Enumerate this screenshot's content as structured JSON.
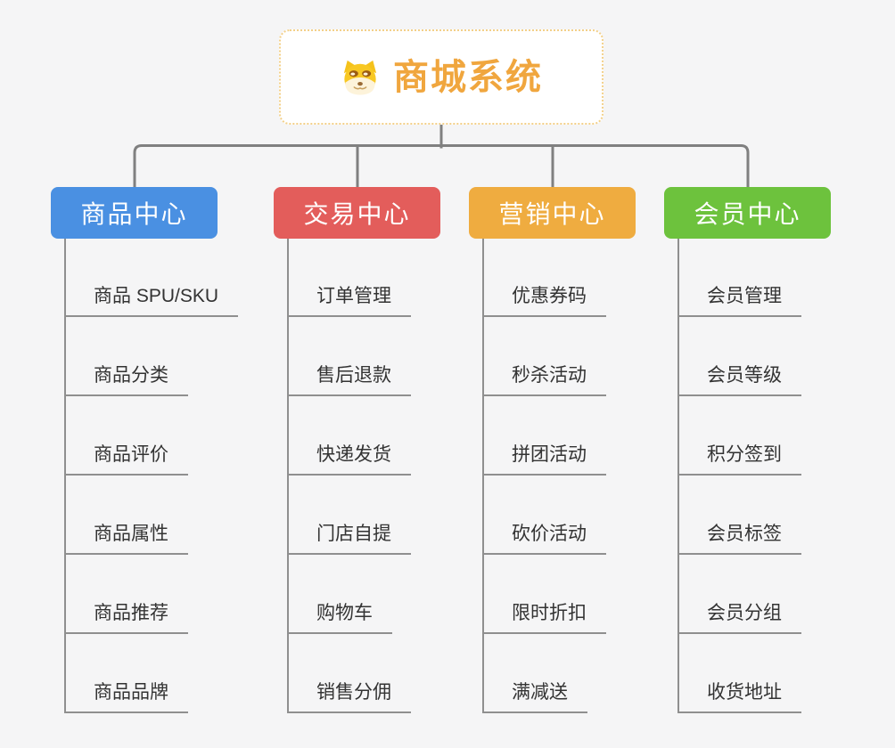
{
  "page": {
    "background": "#f5f5f6"
  },
  "root": {
    "title": "商城系统",
    "icon": "doge-icon",
    "text_color": "#f0a63e",
    "border_color": "#f3d089"
  },
  "connector_color": "#808080",
  "line_color": "#8f8f8f",
  "branches": [
    {
      "label": "商品中心",
      "color": "#4a90e2",
      "items": [
        "商品 SPU/SKU",
        "商品分类",
        "商品评价",
        "商品属性",
        "商品推荐",
        "商品品牌"
      ]
    },
    {
      "label": "交易中心",
      "color": "#e35d5b",
      "items": [
        "订单管理",
        "售后退款",
        "快递发货",
        "门店自提",
        "购物车",
        "销售分佣"
      ]
    },
    {
      "label": "营销中心",
      "color": "#efac40",
      "items": [
        "优惠券码",
        "秒杀活动",
        "拼团活动",
        "砍价活动",
        "限时折扣",
        "满减送"
      ]
    },
    {
      "label": "会员中心",
      "color": "#6dc23d",
      "items": [
        "会员管理",
        "会员等级",
        "积分签到",
        "会员标签",
        "会员分组",
        "收货地址"
      ]
    }
  ]
}
